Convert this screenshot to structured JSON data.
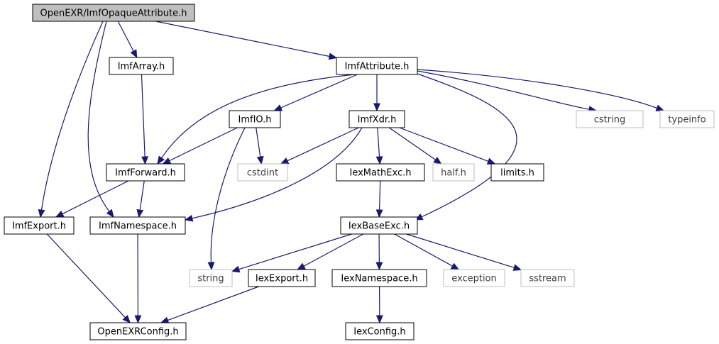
{
  "colors": {
    "edge": "#191970",
    "root_fill": "#bfbfbf",
    "root_border": "#000000",
    "node_border": "#000000",
    "external_border": "#bfbfbf",
    "external_text": "#3f3f3f",
    "text": "#000000"
  },
  "nodes": [
    {
      "id": "root",
      "label": "OpenEXR/ImfOpaqueAttribute.h",
      "kind": "root"
    },
    {
      "id": "imfarray",
      "label": "ImfArray.h",
      "kind": "file"
    },
    {
      "id": "imfattribute",
      "label": "ImfAttribute.h",
      "kind": "file"
    },
    {
      "id": "imfio",
      "label": "ImfIO.h",
      "kind": "file"
    },
    {
      "id": "imfxdr",
      "label": "ImfXdr.h",
      "kind": "file"
    },
    {
      "id": "cstring",
      "label": "cstring",
      "kind": "external"
    },
    {
      "id": "typeinfo",
      "label": "typeinfo",
      "kind": "external"
    },
    {
      "id": "imfforward",
      "label": "ImfForward.h",
      "kind": "file"
    },
    {
      "id": "cstdint",
      "label": "cstdint",
      "kind": "external"
    },
    {
      "id": "iexmathexc",
      "label": "IexMathExc.h",
      "kind": "file"
    },
    {
      "id": "half",
      "label": "half.h",
      "kind": "external"
    },
    {
      "id": "limits",
      "label": "limits.h",
      "kind": "file"
    },
    {
      "id": "imfexport",
      "label": "ImfExport.h",
      "kind": "file"
    },
    {
      "id": "imfnamespace",
      "label": "ImfNamespace.h",
      "kind": "file"
    },
    {
      "id": "iexbaseexc",
      "label": "IexBaseExc.h",
      "kind": "file"
    },
    {
      "id": "string",
      "label": "string",
      "kind": "external"
    },
    {
      "id": "iexexport",
      "label": "IexExport.h",
      "kind": "file"
    },
    {
      "id": "iexnamespace",
      "label": "IexNamespace.h",
      "kind": "file"
    },
    {
      "id": "exception",
      "label": "exception",
      "kind": "external"
    },
    {
      "id": "sstream",
      "label": "sstream",
      "kind": "external"
    },
    {
      "id": "openexrconfig",
      "label": "OpenEXRConfig.h",
      "kind": "file"
    },
    {
      "id": "iexconfig",
      "label": "IexConfig.h",
      "kind": "file"
    }
  ],
  "edges": [
    {
      "from": "root",
      "to": "imfarray"
    },
    {
      "from": "root",
      "to": "imfattribute"
    },
    {
      "from": "root",
      "to": "imfexport"
    },
    {
      "from": "root",
      "to": "imfnamespace"
    },
    {
      "from": "imfarray",
      "to": "imfforward"
    },
    {
      "from": "imfattribute",
      "to": "imfforward"
    },
    {
      "from": "imfattribute",
      "to": "imfio"
    },
    {
      "from": "imfattribute",
      "to": "imfxdr"
    },
    {
      "from": "imfattribute",
      "to": "cstring"
    },
    {
      "from": "imfattribute",
      "to": "typeinfo"
    },
    {
      "from": "imfattribute",
      "to": "iexbaseexc"
    },
    {
      "from": "imfio",
      "to": "imfforward"
    },
    {
      "from": "imfio",
      "to": "cstdint"
    },
    {
      "from": "imfio",
      "to": "string"
    },
    {
      "from": "imfxdr",
      "to": "cstdint"
    },
    {
      "from": "imfxdr",
      "to": "imfnamespace"
    },
    {
      "from": "imfxdr",
      "to": "iexmathexc"
    },
    {
      "from": "imfxdr",
      "to": "half"
    },
    {
      "from": "imfxdr",
      "to": "limits"
    },
    {
      "from": "imfforward",
      "to": "imfexport"
    },
    {
      "from": "imfforward",
      "to": "imfnamespace"
    },
    {
      "from": "imfexport",
      "to": "openexrconfig"
    },
    {
      "from": "imfnamespace",
      "to": "openexrconfig"
    },
    {
      "from": "iexmathexc",
      "to": "iexbaseexc"
    },
    {
      "from": "iexbaseexc",
      "to": "string"
    },
    {
      "from": "iexbaseexc",
      "to": "iexexport"
    },
    {
      "from": "iexbaseexc",
      "to": "iexnamespace"
    },
    {
      "from": "iexbaseexc",
      "to": "exception"
    },
    {
      "from": "iexbaseexc",
      "to": "sstream"
    },
    {
      "from": "iexexport",
      "to": "openexrconfig"
    },
    {
      "from": "iexnamespace",
      "to": "iexconfig"
    }
  ]
}
